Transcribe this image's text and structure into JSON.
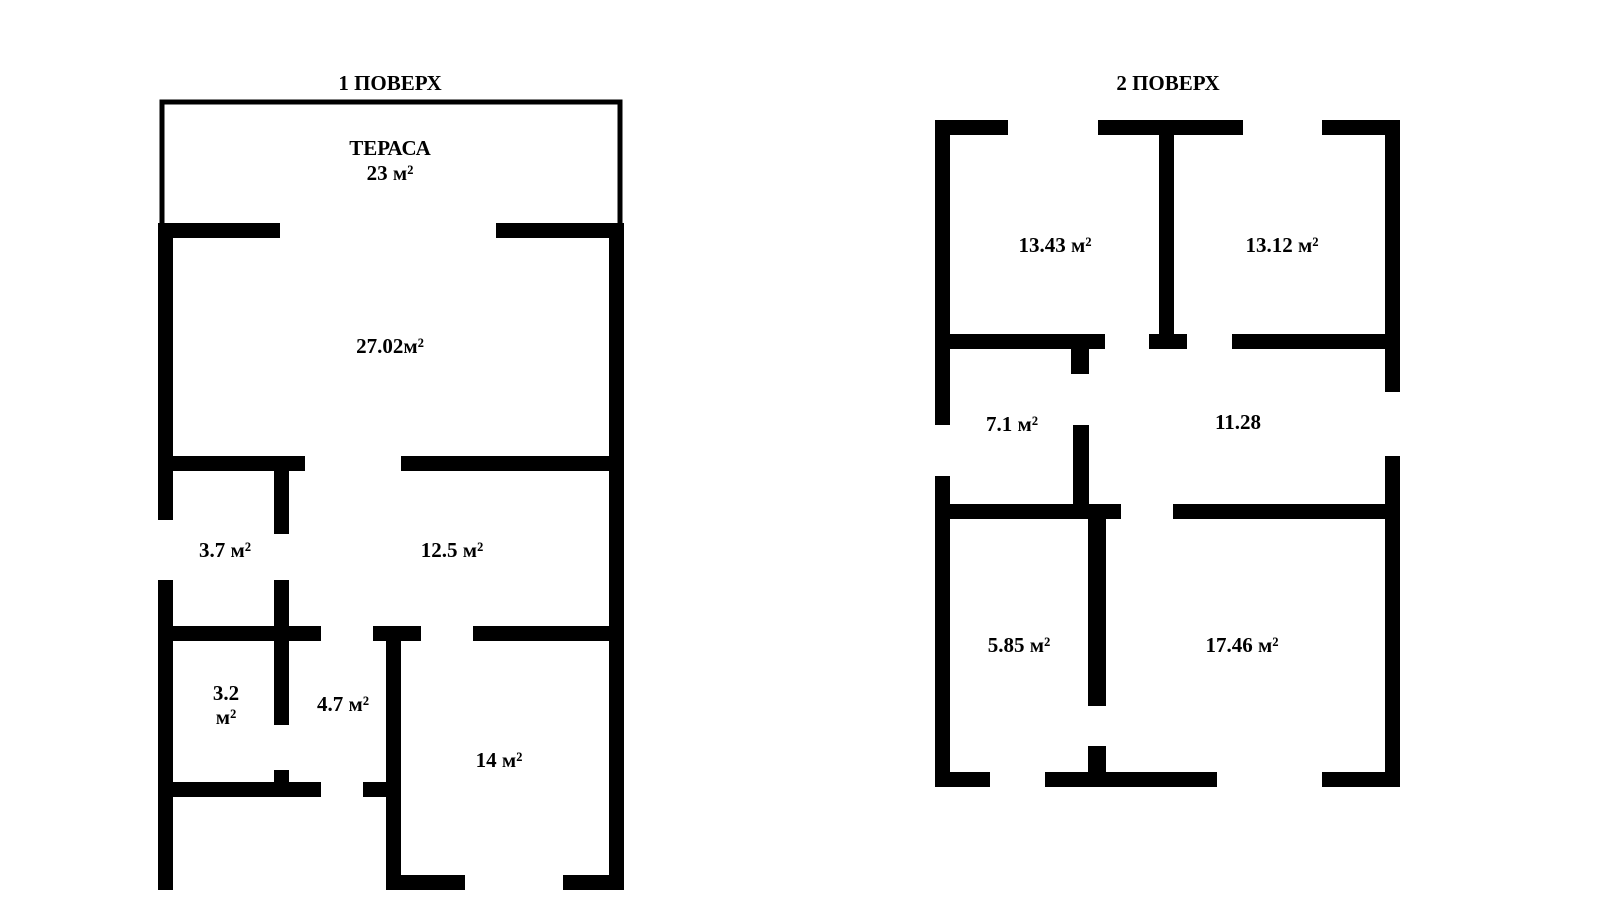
{
  "floors": [
    {
      "heading": "1 ПОВЕРХ",
      "rooms": [
        {
          "name": "ТЕРАСА",
          "area": "23 м²"
        },
        {
          "area": "27.02м²"
        },
        {
          "area": "3.7 м²"
        },
        {
          "area": "12.5 м²"
        },
        {
          "area_line1": "3.2",
          "area_line2": "м²"
        },
        {
          "area": "4.7 м²"
        },
        {
          "area": "14 м²"
        }
      ]
    },
    {
      "heading": "2 ПОВЕРХ",
      "rooms": [
        {
          "area": "13.43 м²"
        },
        {
          "area": "13.12 м²"
        },
        {
          "area": "7.1 м²"
        },
        {
          "area": "11.28"
        },
        {
          "area": "5.85 м²"
        },
        {
          "area": "17.46 м²"
        }
      ]
    }
  ],
  "colors": {
    "wall": "#000000",
    "background": "#ffffff",
    "text": "#000000"
  }
}
